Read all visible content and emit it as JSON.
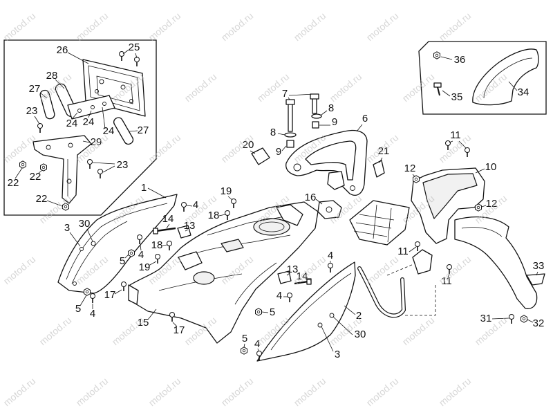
{
  "watermark": "motod.ru",
  "callouts": {
    "license_bracket": [
      "26",
      "25",
      "28",
      "27",
      "23",
      "24",
      "24",
      "24",
      "27",
      "29",
      "23",
      "22",
      "22",
      "22"
    ],
    "seat_cowl": [
      "36",
      "35",
      "34"
    ],
    "main": [
      "1",
      "3",
      "30",
      "5",
      "4",
      "19",
      "17",
      "5",
      "4",
      "15",
      "17",
      "4",
      "19",
      "18",
      "14",
      "13",
      "18",
      "16",
      "7",
      "8",
      "8",
      "9",
      "9",
      "6",
      "20",
      "21",
      "11",
      "10",
      "12",
      "12",
      "11",
      "11",
      "4",
      "13",
      "14",
      "4",
      "5",
      "2",
      "30",
      "3",
      "5",
      "4",
      "33",
      "31",
      "32"
    ]
  }
}
